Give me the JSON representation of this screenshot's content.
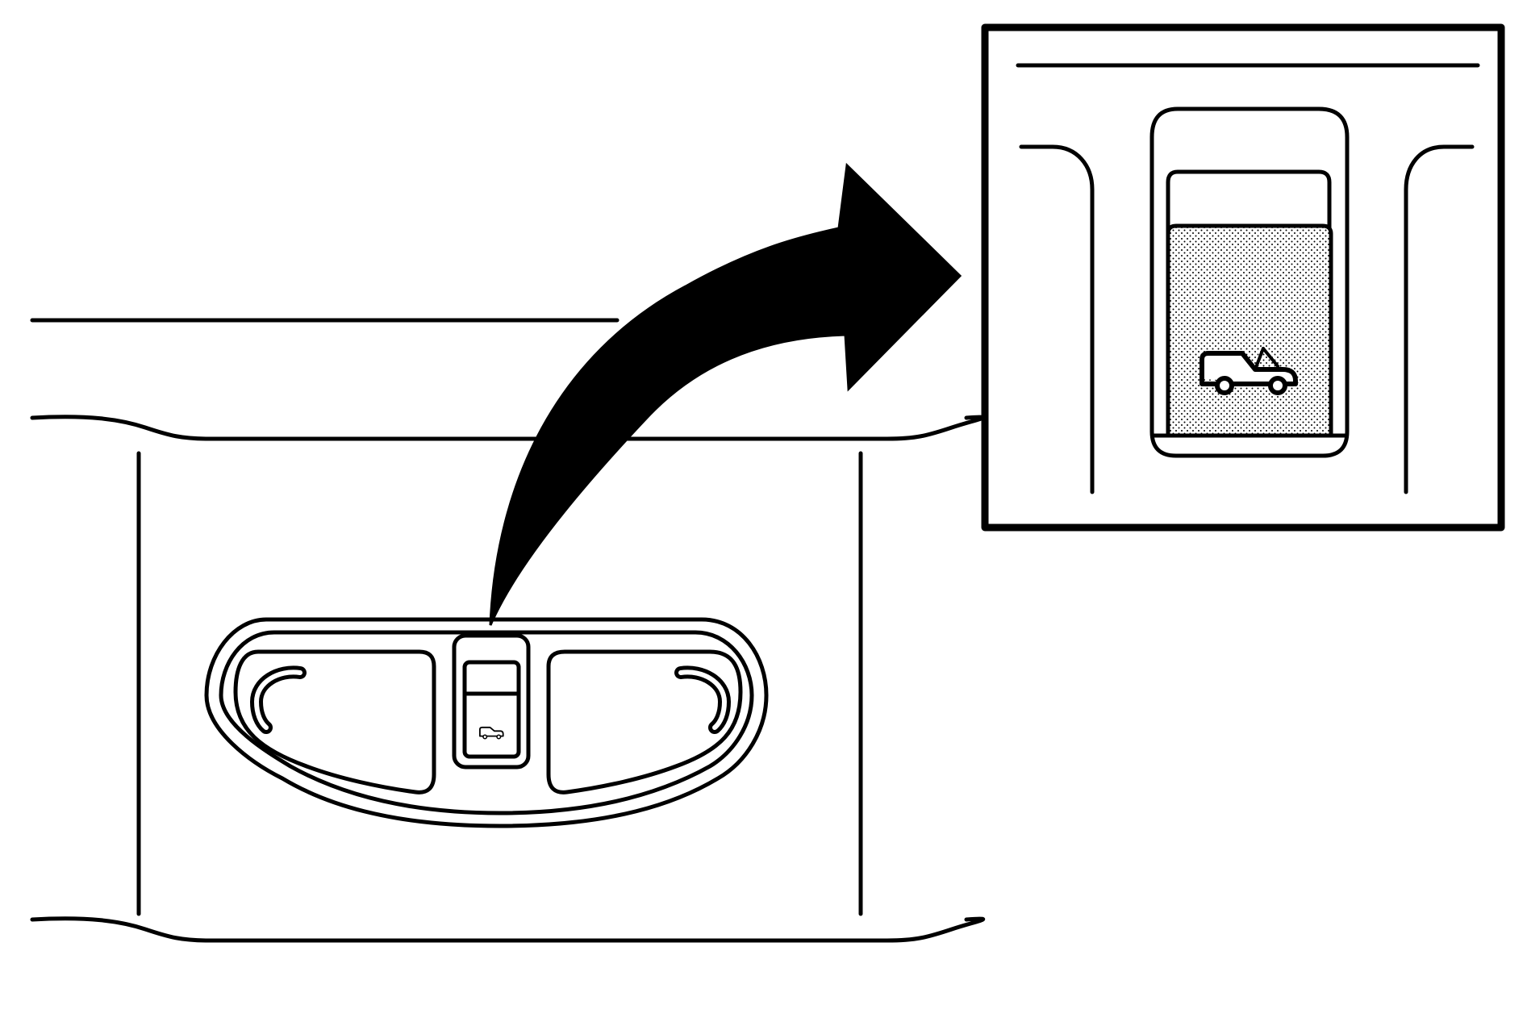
{
  "diagram": {
    "colors": {
      "stroke": "#000000",
      "background": "#ffffff",
      "stipple_dot": "#000000",
      "stipple_bg": "#ffffff"
    },
    "components": {
      "headliner": "overhead-headliner",
      "console": "overhead-console",
      "reading_lamps": [
        "left-reading-lamp",
        "right-reading-lamp"
      ],
      "switch": "liftgate-release-switch",
      "switch_icon": "vehicle-liftgate-icon",
      "callout_arrow": "curved-callout-arrow",
      "detail_view": "switch-detail-inset"
    },
    "detail_switch_pressed": true
  }
}
